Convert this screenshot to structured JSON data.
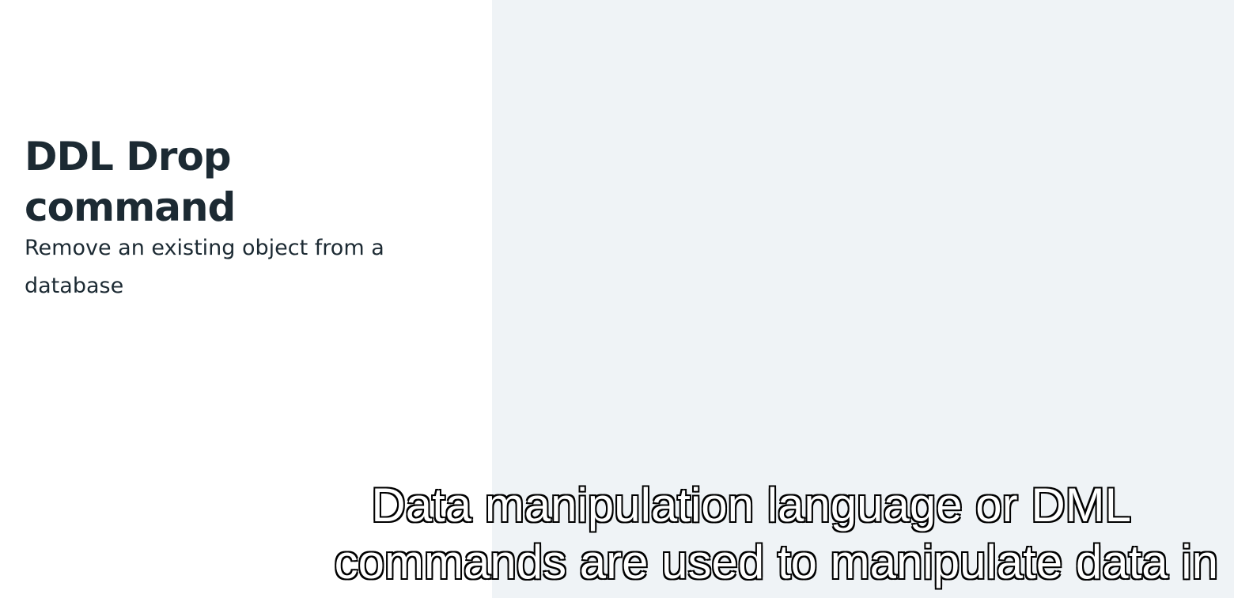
{
  "slide": {
    "title": "DDL Drop command",
    "subtitle": "Remove an existing object from a database"
  },
  "caption": {
    "line1": "Data manipulation language or DML",
    "line2": "commands are used to manipulate data in"
  },
  "colors": {
    "left_background": "#ffffff",
    "right_background": "#eff3f6",
    "text_dark": "#1c2a33",
    "caption_fill": "#ffffff",
    "caption_outline": "#000000"
  }
}
